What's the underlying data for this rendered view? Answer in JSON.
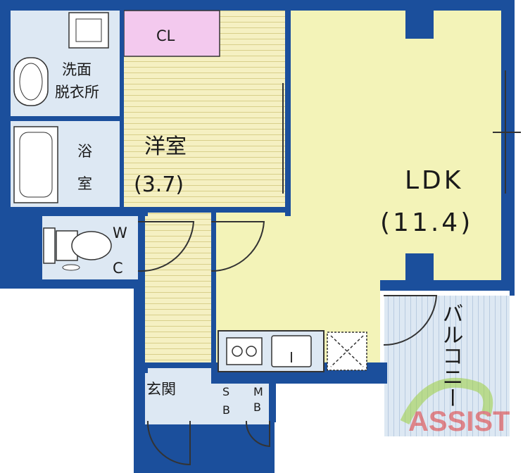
{
  "colors": {
    "wall": "#1b4f9c",
    "ldk_floor": "#f3f3b8",
    "wood_floor": "#f5f0c2",
    "wet_area": "#dde8f3",
    "closet": "#f3c9ee",
    "storage_pink": "#f3c9ee",
    "watermark_green": "#9ccf3f",
    "watermark_red": "#e03535"
  },
  "rooms": {
    "ldk": {
      "name": "LDK",
      "size": "(11.4)"
    },
    "bedroom": {
      "name": "洋室",
      "size": "(3.7)"
    },
    "closet": {
      "name": "CL"
    },
    "washroom": {
      "line1": "洗面",
      "line2": "脱衣所"
    },
    "bath": {
      "line1": "浴",
      "line2": "室"
    },
    "toilet": {
      "line1": "W",
      "line2": "C"
    },
    "entrance": {
      "name": "玄関"
    },
    "shoe_box": {
      "line1": "S",
      "line2": "B"
    },
    "meter_box": {
      "line1": "M",
      "line2": "B"
    },
    "balcony": {
      "name": "バルコニー"
    }
  },
  "icons": [
    "washing-machine-icon",
    "washbasin-icon",
    "bathtub-icon",
    "toilet-icon",
    "stove-icon",
    "sink-icon",
    "fridge-space-icon"
  ],
  "watermark": {
    "text": "ASSIST"
  }
}
